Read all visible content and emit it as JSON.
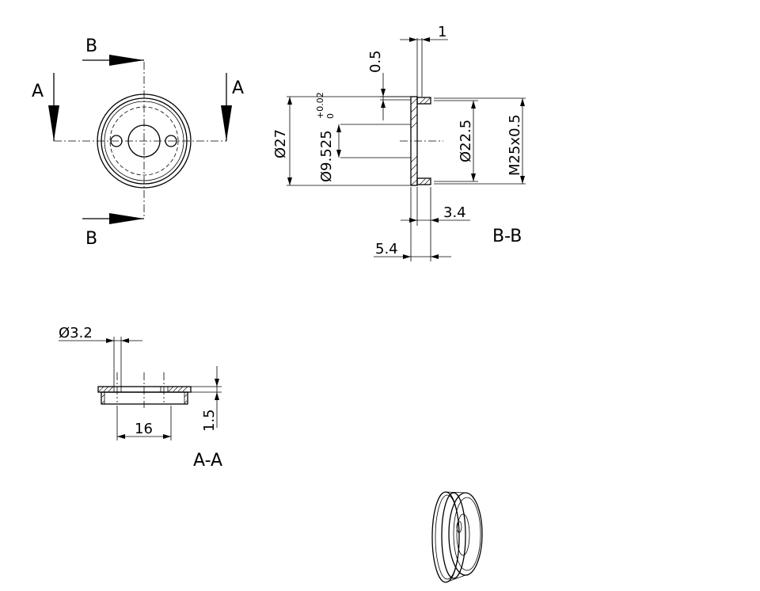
{
  "views": {
    "front": {
      "section_a": "A",
      "section_b": "B"
    },
    "section_bb": {
      "title": "B-B",
      "dims": {
        "thickness_top": "1",
        "flange_step": "0.5",
        "outer_diameter": "Ø27",
        "bore_diameter": "Ø9.525",
        "bore_tol_upper": "+0.02",
        "bore_tol_lower": "0",
        "inner_diameter": "Ø22.5",
        "thread": "M25x0.5",
        "width_short": "3.4",
        "width_total": "5.4"
      }
    },
    "section_aa": {
      "title": "A-A",
      "dims": {
        "hole_diameter": "Ø3.2",
        "hole_spacing": "16",
        "flange_thickness": "1.5"
      }
    },
    "isometric": {}
  }
}
